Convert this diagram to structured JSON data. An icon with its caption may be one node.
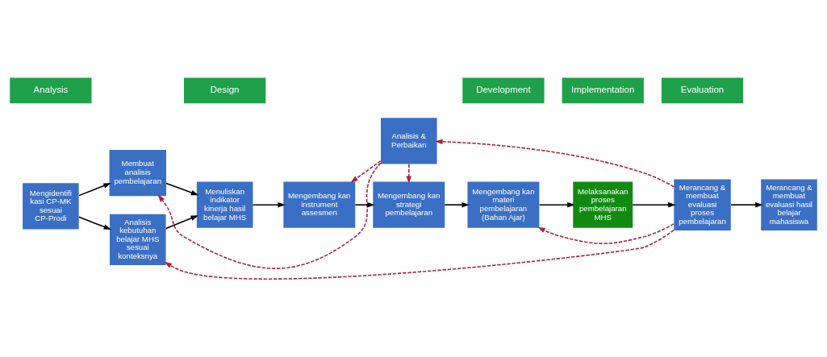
{
  "diagram": {
    "nodes": [
      {
        "text": [
          "Analysis"
        ]
      },
      {
        "text": [
          "Design"
        ]
      },
      {
        "text": [
          "Development"
        ]
      },
      {
        "text": [
          "Implementation"
        ]
      },
      {
        "text": [
          "Evaluation"
        ]
      },
      {
        "text": [
          "Mengidentifi kasi CP-MK sesuai CP-Prodi"
        ]
      },
      {
        "text": [
          "Membuat analisis pembelajaran"
        ]
      },
      {
        "text": [
          "Analisis kebutuhan belajar MHS sesuai konteksnya"
        ]
      },
      {
        "text": [
          "Menuliskan indikator kinerja hasil belajar MHS"
        ]
      },
      {
        "text": [
          "Analisis & Perbaikan"
        ]
      },
      {
        "text": [
          "Mengembang kan instrument assesmen"
        ]
      },
      {
        "text": [
          "Mengembang kan strategi pembelajaran"
        ]
      },
      {
        "text": [
          "Mengembang kan materi pembelajaran (Bahan Ajar)"
        ]
      },
      {
        "text": [
          "Melaksanakan proses pembelajaran MHS"
        ]
      },
      {
        "text": [
          "Merancang & membuat evaluasi proses pembelajaran"
        ]
      },
      {
        "text": [
          "Merancang & membuat evaluasi hasil belajar mahasiswa"
        ]
      }
    ],
    "edges": [
      {
        "from": 5,
        "to": 6,
        "arrow": "to"
      },
      {
        "from": 5,
        "to": 7,
        "arrow": "to"
      },
      {
        "from": 6,
        "to": 8,
        "arrow": "to"
      },
      {
        "from": 7,
        "to": 8,
        "arrow": "to"
      },
      {
        "from": 8,
        "to": 10,
        "arrow": "to"
      },
      {
        "from": 10,
        "to": 11,
        "arrow": "to"
      },
      {
        "from": 11,
        "to": 12,
        "arrow": "to"
      },
      {
        "from": 12,
        "to": 13,
        "arrow": "to"
      },
      {
        "from": 13,
        "to": 14,
        "arrow": "to"
      },
      {
        "from": 14,
        "to": 15,
        "arrow": "to"
      },
      {
        "from": 14,
        "to": 9,
        "arrow": "to",
        "style": "dashed",
        "color": "#b0203c"
      },
      {
        "from": 14,
        "to": 12,
        "arrow": "to",
        "style": "dashed",
        "color": "#b0203c"
      },
      {
        "from": 9,
        "to": 6,
        "arrow": "to",
        "style": "dashed",
        "color": "#b0203c"
      },
      {
        "from": 9,
        "to": 10,
        "arrow": "to",
        "style": "dashed",
        "color": "#b0203c"
      },
      {
        "from": 9,
        "to": 11,
        "arrow": "to",
        "style": "dashed",
        "color": "#b0203c"
      },
      {
        "from": 14,
        "to": 7,
        "arrow": "to",
        "style": "dashed",
        "color": "#b0203c"
      }
    ]
  }
}
